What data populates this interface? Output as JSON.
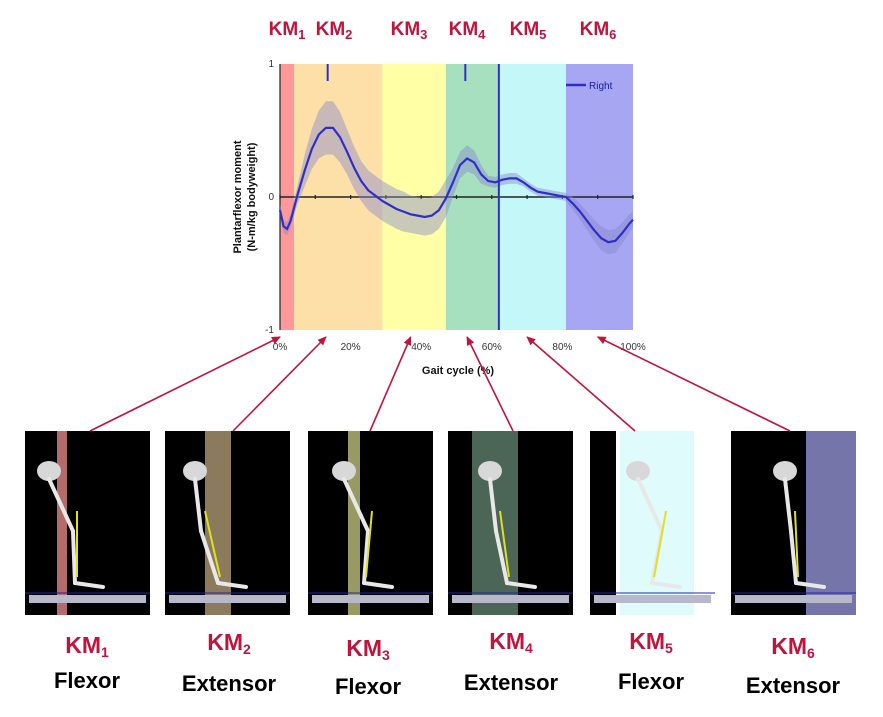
{
  "phase_colors": [
    "#ff9999",
    "#fde0a8",
    "#ffffa6",
    "#a6e0bf",
    "#c4f7f7",
    "#a6a6f2"
  ],
  "series_color": "#2f2fc8",
  "band_color": "#8888cc",
  "arrow_color": "#c0143c",
  "chart_data": {
    "type": "line",
    "xlabel": "Gait cycle (%)",
    "ylabel_line1": "Plantarflexor moment",
    "ylabel_line2": "(N-m/kg bodyweight)",
    "xlim": [
      0,
      100
    ],
    "ylim": [
      -1,
      1
    ],
    "x_ticks": [
      "0%",
      "20%",
      "40%",
      "60%",
      "80%",
      "100%"
    ],
    "y_ticks": [
      "1",
      "0",
      "-1"
    ],
    "phases": [
      {
        "label": "KM",
        "sub": "1",
        "start": 0,
        "end": 4
      },
      {
        "label": "KM",
        "sub": "2",
        "start": 4,
        "end": 29
      },
      {
        "label": "KM",
        "sub": "3",
        "start": 29,
        "end": 47
      },
      {
        "label": "KM",
        "sub": "4",
        "start": 47,
        "end": 62
      },
      {
        "label": "KM",
        "sub": "5",
        "start": 62,
        "end": 81
      },
      {
        "label": "KM",
        "sub": "6",
        "start": 81,
        "end": 100
      }
    ],
    "markers": [
      13.5,
      52.5
    ],
    "toe_off": 62,
    "series": [
      {
        "name": "Right",
        "x": [
          0,
          1,
          2,
          3,
          5,
          7,
          9,
          11,
          13,
          15,
          17,
          19,
          21,
          23,
          25,
          27,
          29,
          31,
          33,
          35,
          37,
          39,
          41,
          43,
          45,
          47,
          49,
          51,
          53,
          55,
          57,
          59,
          61,
          63,
          65,
          67,
          69,
          71,
          73,
          75,
          77,
          79,
          81,
          83,
          85,
          87,
          89,
          91,
          93,
          95,
          97,
          99,
          100
        ],
        "y": [
          -0.1,
          -0.22,
          -0.24,
          -0.18,
          0.02,
          0.2,
          0.36,
          0.47,
          0.52,
          0.52,
          0.45,
          0.34,
          0.22,
          0.12,
          0.05,
          0.01,
          -0.03,
          -0.06,
          -0.09,
          -0.11,
          -0.13,
          -0.14,
          -0.15,
          -0.14,
          -0.1,
          -0.01,
          0.11,
          0.24,
          0.29,
          0.26,
          0.17,
          0.12,
          0.11,
          0.13,
          0.14,
          0.14,
          0.11,
          0.07,
          0.04,
          0.03,
          0.02,
          0.01,
          0.0,
          -0.05,
          -0.11,
          -0.18,
          -0.25,
          -0.31,
          -0.34,
          -0.33,
          -0.27,
          -0.2,
          -0.17
        ],
        "sd": [
          0.04,
          0.05,
          0.05,
          0.05,
          0.07,
          0.12,
          0.15,
          0.18,
          0.2,
          0.2,
          0.19,
          0.17,
          0.16,
          0.15,
          0.15,
          0.15,
          0.15,
          0.15,
          0.15,
          0.15,
          0.14,
          0.14,
          0.14,
          0.14,
          0.14,
          0.14,
          0.11,
          0.1,
          0.1,
          0.09,
          0.07,
          0.04,
          0.04,
          0.04,
          0.04,
          0.04,
          0.03,
          0.03,
          0.03,
          0.03,
          0.03,
          0.03,
          0.03,
          0.05,
          0.06,
          0.07,
          0.08,
          0.09,
          0.09,
          0.09,
          0.08,
          0.07,
          0.06
        ]
      }
    ],
    "legend_position": "top-right"
  },
  "panels": [
    {
      "km": "KM",
      "sub": "1",
      "type": "Flexor",
      "target_x": 0
    },
    {
      "km": "KM",
      "sub": "2",
      "type": "Extensor",
      "target_x": 13
    },
    {
      "km": "KM",
      "sub": "3",
      "type": "Flexor",
      "target_x": 37
    },
    {
      "km": "KM",
      "sub": "4",
      "type": "Extensor",
      "target_x": 53
    },
    {
      "km": "KM",
      "sub": "5",
      "type": "Flexor",
      "target_x": 70
    },
    {
      "km": "KM",
      "sub": "6",
      "type": "Extensor",
      "target_x": 90
    }
  ]
}
